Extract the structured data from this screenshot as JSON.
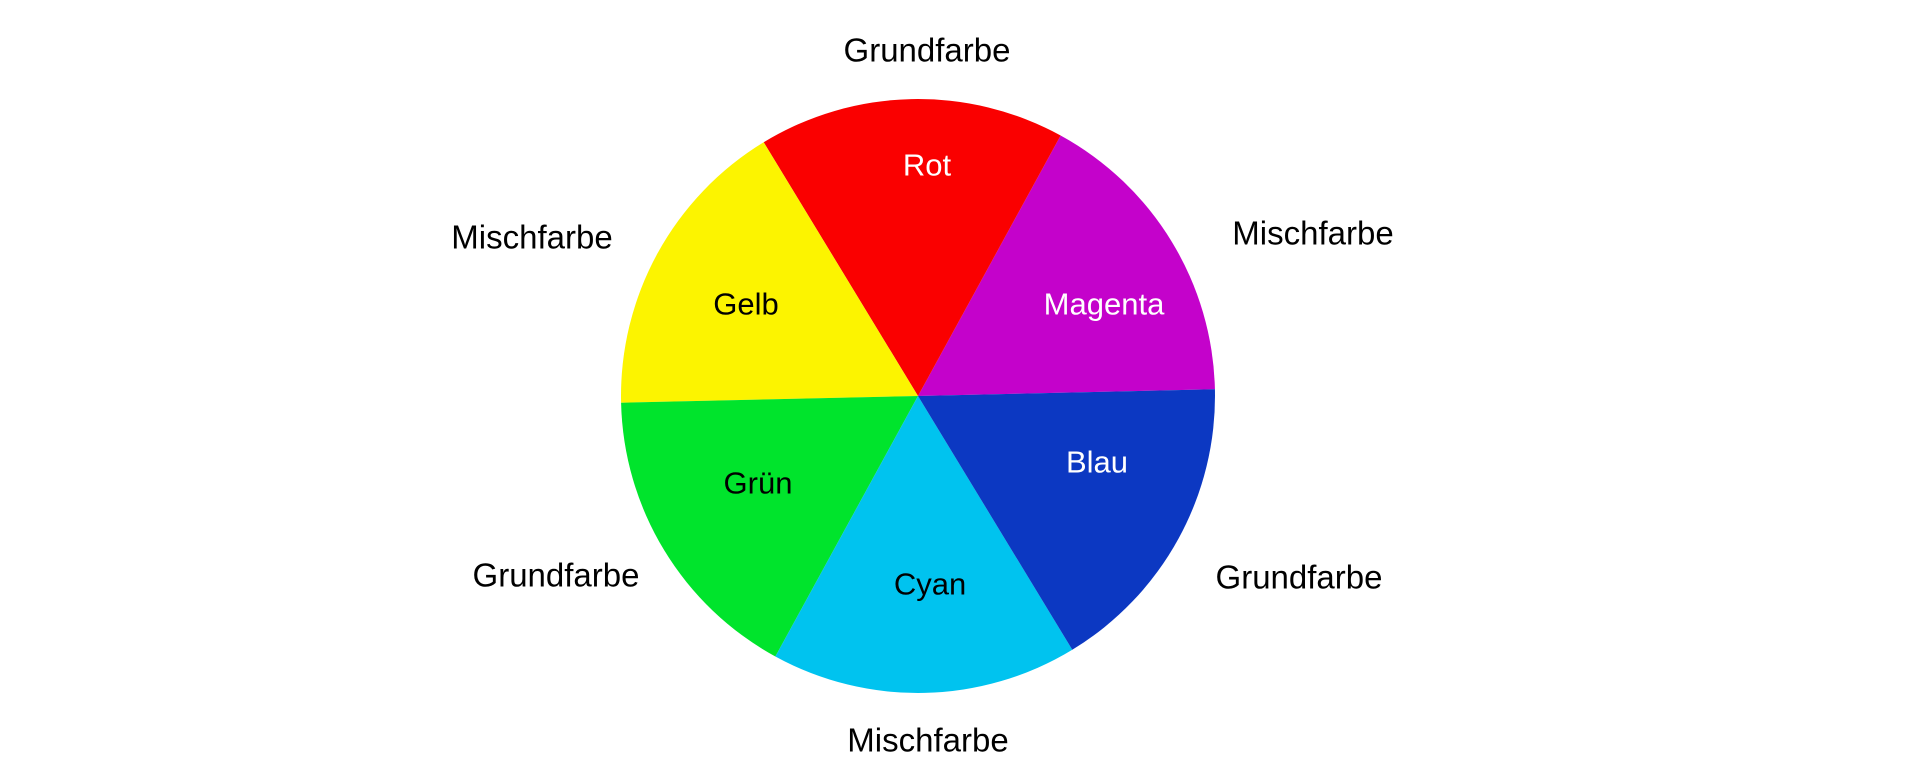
{
  "figure": {
    "background": "#FFFFFF",
    "type": "color-wheel-pie",
    "segments": [
      {
        "id": "magenta",
        "name": "Magenta",
        "color": "#C402CB",
        "text_color": "#FFFFFF",
        "category": "Mischfarbe",
        "start_angle": 1.3,
        "end_angle": 61.3
      },
      {
        "id": "rot",
        "name": "Rot",
        "color": "#FA0000",
        "text_color": "#FFFFFF",
        "category": "Grundfarbe",
        "start_angle": 61.3,
        "end_angle": 121.3
      },
      {
        "id": "gelb",
        "name": "Gelb",
        "color": "#FCF400",
        "text_color": "#000000",
        "category": "Mischfarbe",
        "start_angle": 121.3,
        "end_angle": 181.3
      },
      {
        "id": "gruen",
        "name": "Grün",
        "color": "#00E42C",
        "text_color": "#000000",
        "category": "Grundfarbe",
        "start_angle": 181.3,
        "end_angle": 241.3
      },
      {
        "id": "cyan",
        "name": "Cyan",
        "color": "#00C3EF",
        "text_color": "#000000",
        "category": "Mischfarbe",
        "start_angle": 241.3,
        "end_angle": 301.3
      },
      {
        "id": "blau",
        "name": "Blau",
        "color": "#0C38C2",
        "text_color": "#FFFFFF",
        "category": "Grundfarbe",
        "start_angle": 301.3,
        "end_angle": 361.3
      }
    ]
  },
  "chart_data": {
    "type": "pie",
    "title": "",
    "direction": "counterclockwise",
    "start_angle_deg": 1.3,
    "categories": [
      "Magenta",
      "Rot",
      "Gelb",
      "Grün",
      "Cyan",
      "Blau"
    ],
    "values": [
      60,
      60,
      60,
      60,
      60,
      60
    ],
    "colors": [
      "#C402CB",
      "#FA0000",
      "#FCF400",
      "#00E42C",
      "#00C3EF",
      "#0C38C2"
    ],
    "outer_labels": [
      "Mischfarbe",
      "Grundfarbe",
      "Mischfarbe",
      "Grundfarbe",
      "Mischfarbe",
      "Grundfarbe"
    ],
    "legend_position": "none",
    "grid": false
  }
}
